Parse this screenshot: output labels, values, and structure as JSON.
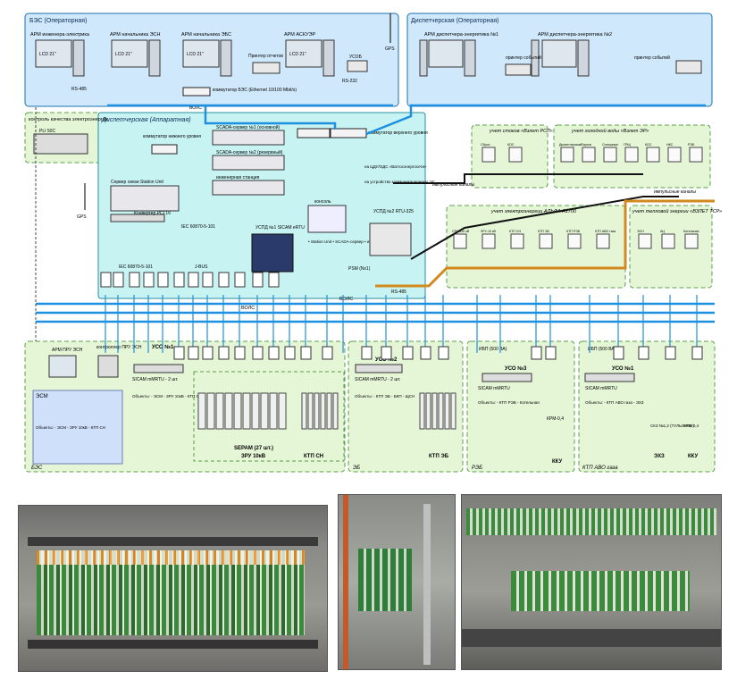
{
  "colors": {
    "panel_blue": "#cfe8fb",
    "panel_cyan": "#c8f3f3",
    "panel_green": "#e5f6d6",
    "bus_blue": "#1e90e0",
    "bus_orange": "#d28a1e",
    "bus_black": "#111111"
  },
  "top": {
    "bes_title": "БЭС (Операторная)",
    "disp_title": "Диспетчерская (Операторная)",
    "arm1": "АРМ инженера-электрика",
    "arm2": "АРМ начальника ЭСН",
    "arm3": "АРМ начальника ЭБС",
    "arm4": "АРМ АСКУЭР",
    "arm5": "АРМ диспетчера-энергетика №1",
    "arm6": "АРМ диспетчера-энергетика №2",
    "lcd": "LCD 21\"",
    "printer_reports": "Принтер отчетов",
    "printer_events": "принтер событий",
    "uso": "УСОБ",
    "gps": "GPS",
    "rs485": "RS-485",
    "rs232": "RS-232",
    "switch_bes": "коммутатор БЭС (Ethernet 10/100 Mbit/s)",
    "vols": "ВОЛС",
    "quality": "контроль качества электроэнергии",
    "pqs": "PLI 50C"
  },
  "hw": {
    "title": "Диспетчерская (Аппаратная)",
    "lower_switch": "коммутатор нижнего уровня",
    "scada1": "SCADA-сервер №1 (основной)",
    "scada2": "SCADA-сервер №2 (резервный)",
    "eng": "инженерная станция",
    "upper_switch": "коммутатор верхнего уровня",
    "to_cdu": "на ЦДУ/ОДС «Ватгосэнергосети»",
    "to_comm": "на устройство коммуникационных ЭС",
    "time_server": "Сервер связи Station Unit",
    "conv": "Конвертер PCI 16",
    "iec1": "IEC 60870-5-101",
    "iec2": "IEC 60870-5-101",
    "j_bus": "J-BUS",
    "uspd1": "УСПД №1 SICAM eRTU",
    "console": "консоль",
    "console_items": "• Station Unit • SCADA-сервер • инж. станции",
    "uspd2": "УСПД №2 RTU-325",
    "psm": "PSM (Nx1)",
    "impulse": "импульсные каналы"
  },
  "right": {
    "stoki": "учет стоков «Взлет РСЛ»",
    "cold": "учет холодной воды «Взлет ЭР»",
    "elec": "учет электроэнергии АЛЬФА А1700",
    "heat": "учет тепловой энергии «ВЗЛЕТ ТСР»",
    "rs485": "RS-485",
    "cold_labels": [
      "Диспетчерская",
      "Пороги",
      "Сплошные",
      "ГРЩ",
      "КОС",
      "НКС",
      "РЭБ"
    ],
    "stoki_labels": [
      "Сброс",
      "КОС"
    ],
    "elec_labels": [
      "СРУ-110 кВ",
      "ЗРУ-10 кВ",
      "КТП СН",
      "КТП ЭБ",
      "КТП РЭБ",
      "КТП АВО газа"
    ],
    "heat_labels": [
      "ЭСН",
      "АЦ",
      "Котельная"
    ],
    "pulse2": "импульсные каналы"
  },
  "bottom": {
    "vols": "ВОЛС",
    "arm_esn": "АРМ ПРУ ЭСН",
    "ctrl_esn": "контроллер ПРУ ЭСН",
    "esm": "ЭСМ",
    "uso1": "УСО №1",
    "sicam1": "SICAM mMRTU - 2 шт.",
    "uso2": "УСО №2",
    "sicam2": "SICAM mMRTU - 2 шт.",
    "uso3": "УСО №3",
    "sicam3": "SICAM mMRTU",
    "uso4": "УСО №1",
    "sicam4": "SICAM mMRTU",
    "ibp": "ИБП (500 ВА)",
    "sepam": "SEPAM (27 шт.)",
    "zru": "ЗРУ 10кВ",
    "ktpsn": "КТП СН",
    "ktpeb": "КТП ЭБ",
    "kku": "ККУ",
    "ehz": "ЭХЗ",
    "kku2": "ККУ",
    "bes": "БЭС",
    "eb": "ЭБ",
    "reb": "РЭБ",
    "ktpavo": "КТП АВО газа",
    "objects1": "Объекты: - ЭСМ - ЗРУ 10кВ - КТП СН",
    "objects2": "Объекты: - КТП ЭБ - БКП - ЩСН",
    "objects3": "Объекты: - КТП РЭБ - Котельная",
    "objects4": "Объекты: - КТП АВО газа - ЭХЗ",
    "sek": "СКЗ №1,2 (ТУЛЬСКОЕ)",
    "krm": "КРМ-0,4",
    "krm2": "КРМ-0,4"
  },
  "photos": [
    "cabinet-photo-left",
    "cabinet-photo-middle",
    "cabinet-photo-right"
  ]
}
